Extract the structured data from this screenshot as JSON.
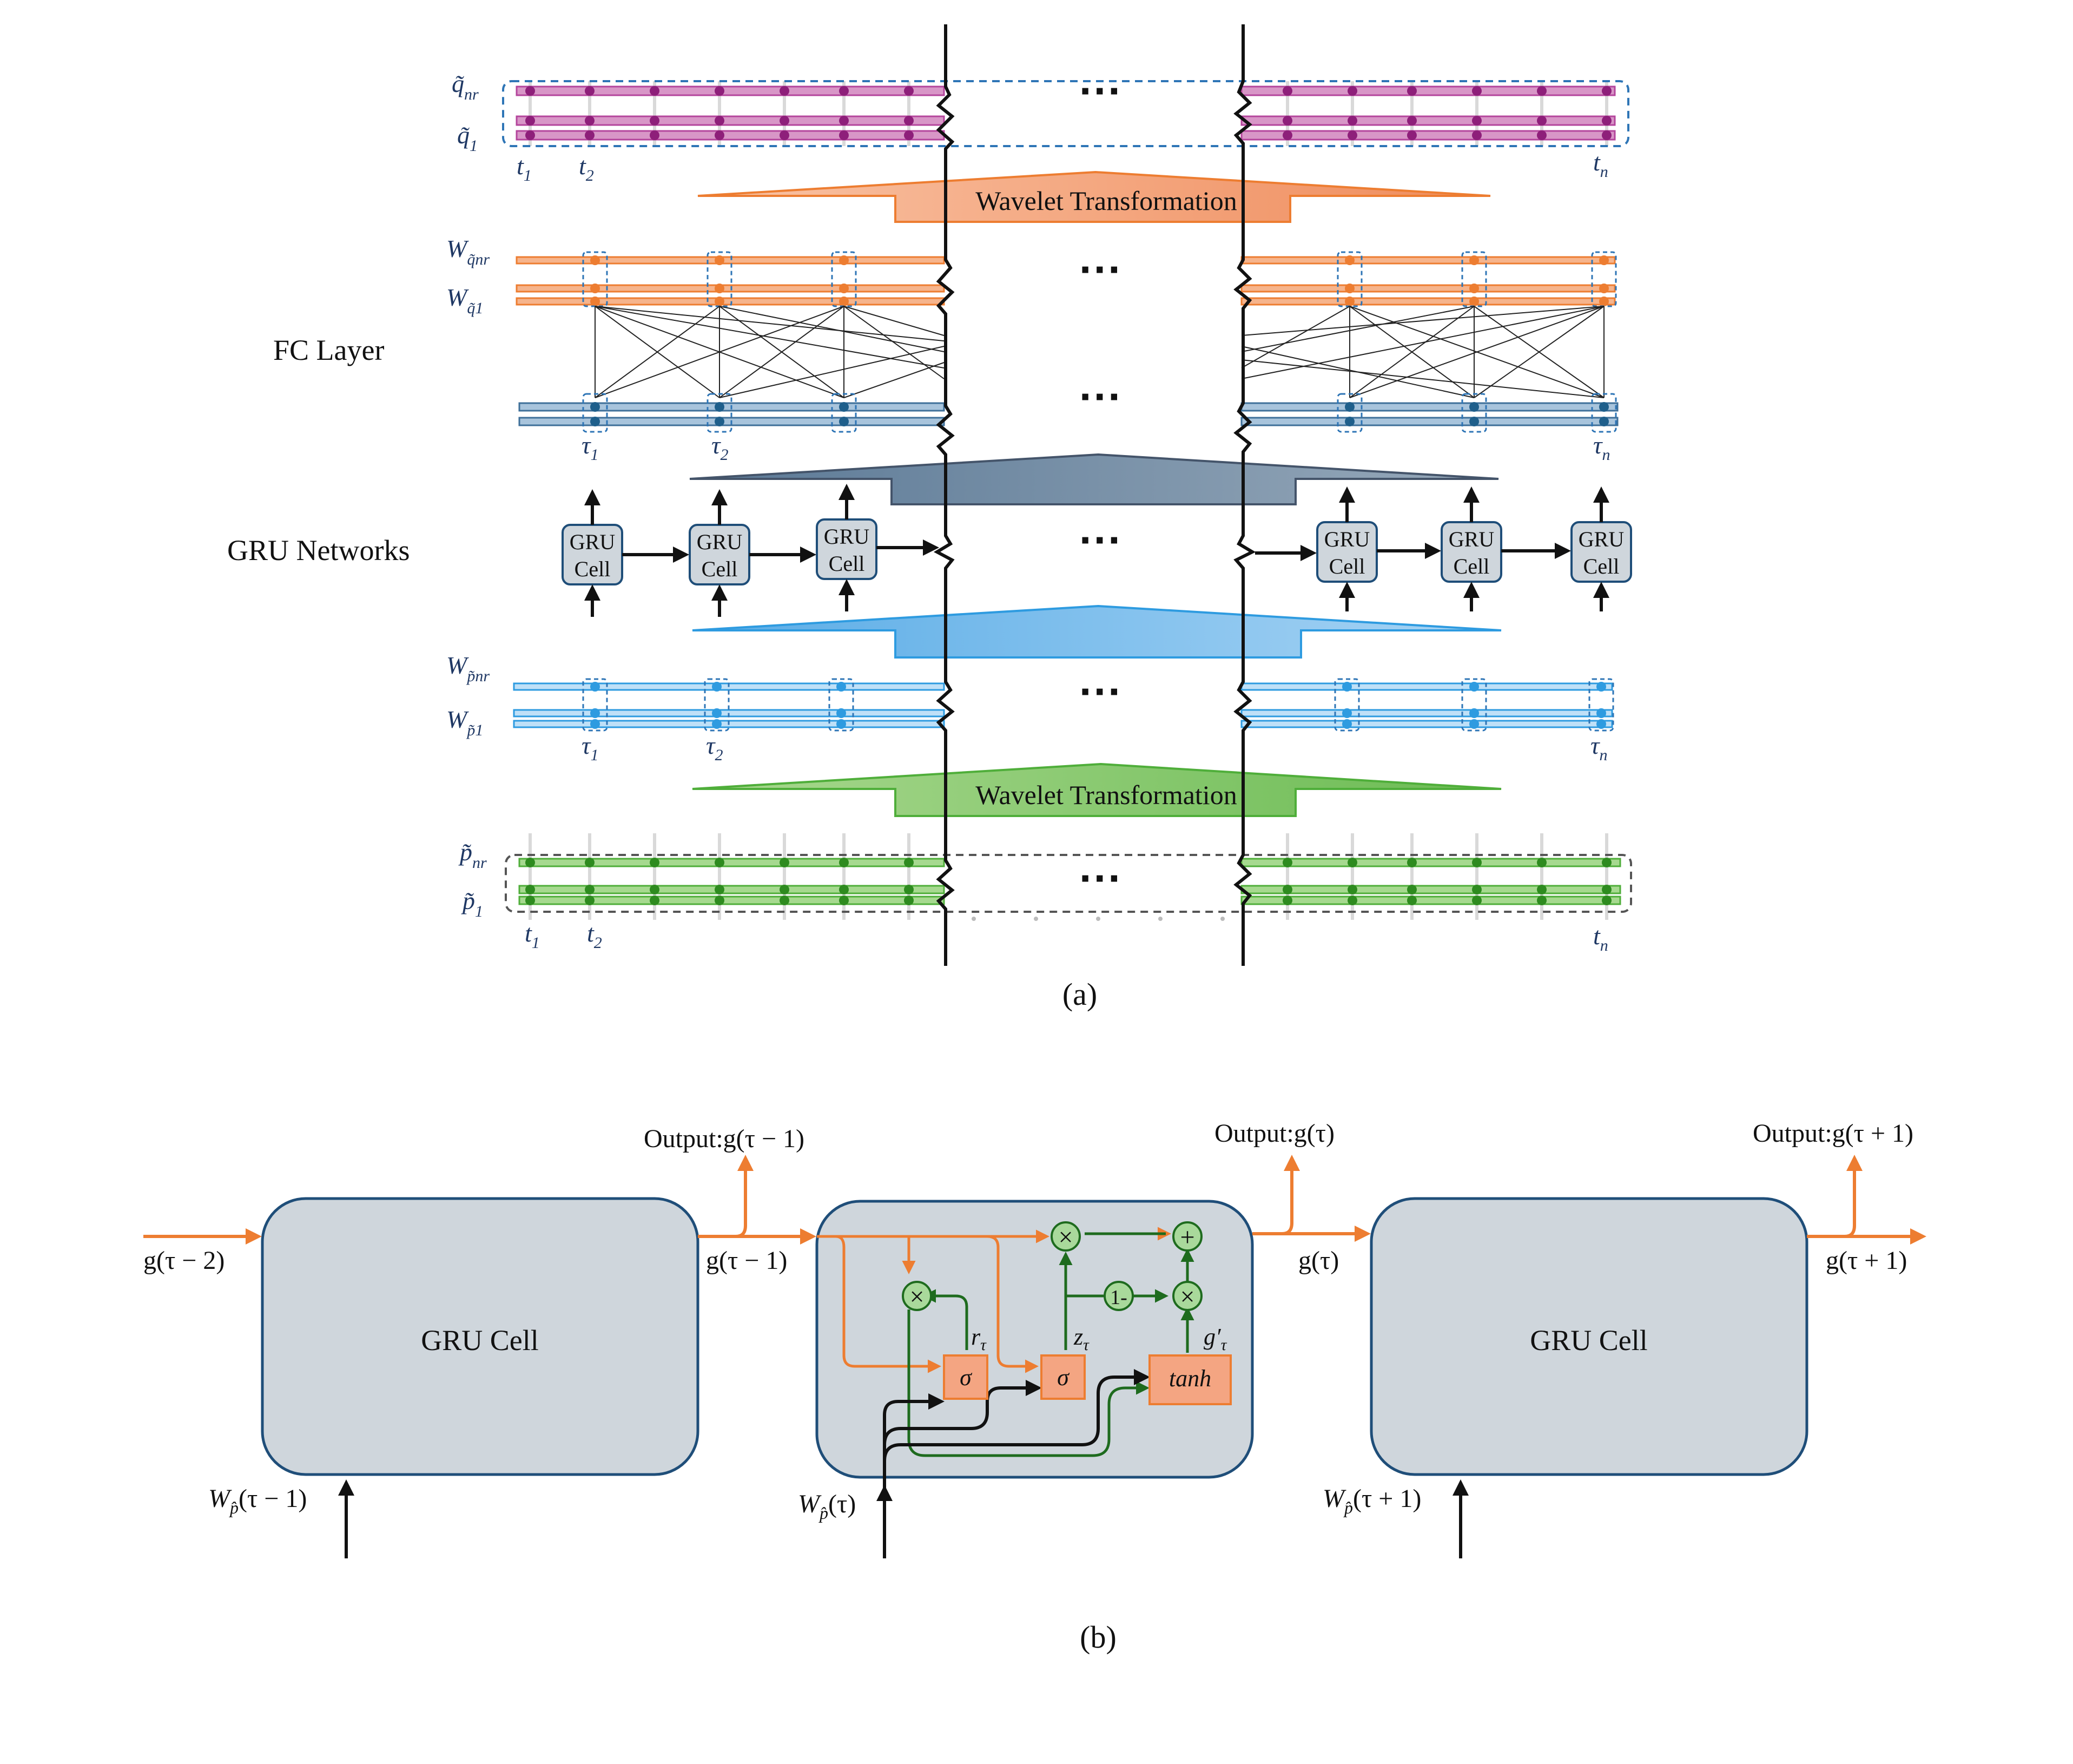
{
  "part_a": {
    "section_fc": "FC Layer",
    "section_gru": "GRU Networks",
    "wavelet_top": "Wavelet Transformation",
    "wavelet_bottom": "Wavelet Transformation",
    "q_top": "q̃",
    "q_top_sub": "nr",
    "q_bottom": "q̃",
    "q_bottom_sub": "1",
    "wq_top": "W",
    "wq_top_sub": "q̃nr",
    "wq_bottom": "W",
    "wq_bottom_sub": "q̃1",
    "wp_top": "W",
    "wp_top_sub": "p̃nr",
    "wp_bottom": "W",
    "wp_bottom_sub": "p̃1",
    "p_top": "p̃",
    "p_top_sub": "nr",
    "p_bottom": "p̃",
    "p_bottom_sub": "1",
    "t1": "t",
    "t1_sub": "1",
    "t2": "t",
    "t2_sub": "2",
    "tn": "t",
    "tn_sub": "n",
    "tau1": "τ",
    "tau1_sub": "1",
    "tau2": "τ",
    "tau2_sub": "2",
    "taun": "τ",
    "taun_sub": "n",
    "gru_cell_line1": "GRU",
    "gru_cell_line2": "Cell",
    "ellipsis": "···",
    "caption": "(a)"
  },
  "part_b": {
    "left_cell": "GRU Cell",
    "right_cell": "GRU Cell",
    "in_left": "g(τ − 2)",
    "mid_left": "g(τ − 1)",
    "mid_right": "g(τ)",
    "out_right": "g(τ + 1)",
    "output_left": "Output:g(τ − 1)",
    "output_mid": "Output:g(τ)",
    "output_right": "Output:g(τ + 1)",
    "w_left": "W",
    "w_left_sub": "p̂",
    "w_left_arg": "(τ − 1)",
    "w_mid": "W",
    "w_mid_sub": "p̂",
    "w_mid_arg": "(τ)",
    "w_right": "W",
    "w_right_sub": "p̂",
    "w_right_arg": "(τ + 1)",
    "sigma": "σ",
    "tanh": "tanh",
    "times": "×",
    "plus": "+",
    "one_minus": "1-",
    "r_gate": "r",
    "r_gate_sub": "τ",
    "z_gate": "z",
    "z_gate_sub": "τ",
    "g_gate": "g′",
    "g_gate_sub": "τ",
    "caption": "(b)"
  },
  "colors": {
    "purple": "#b4459c",
    "orange": "#ed7d31",
    "blue_dark": "#4a7fa8",
    "blue_light": "#5aade6",
    "green": "#4fae3a",
    "cell_fill": "#cfd6dc",
    "cell_stroke": "#1f4e79",
    "gate_fill": "#f4a582",
    "node_fill": "#a9d99b",
    "gru_green": "#1e6b1e"
  }
}
